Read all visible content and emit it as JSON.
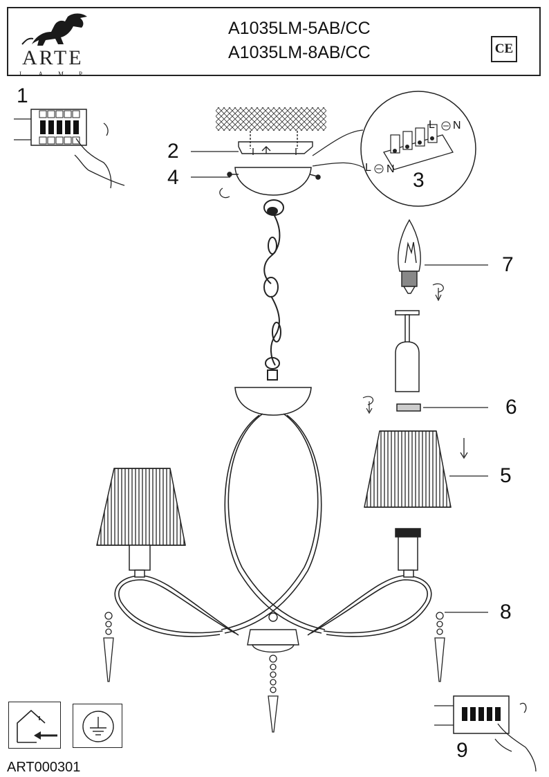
{
  "header": {
    "brand": "ARTE",
    "brand_sub": "LAMP",
    "model_lines": [
      "A1035LM-5AB/CC",
      "A1035LM-8AB/CC"
    ],
    "ce_mark": "CE",
    "logo_icon": "griffin-logo-icon"
  },
  "steps": {
    "s1": "1",
    "s2": "2",
    "s3": "3",
    "s4": "4",
    "s5": "5",
    "s6": "6",
    "s7": "7",
    "s8": "8",
    "s9": "9"
  },
  "wiring": {
    "label_l_top": "L",
    "label_n_top": "N",
    "label_l_bottom": "L",
    "label_n_bottom": "N"
  },
  "footer": {
    "article_number": "ART000301",
    "indoor_icon": "indoor-use-icon",
    "ground_icon": "earth-ground-icon"
  }
}
